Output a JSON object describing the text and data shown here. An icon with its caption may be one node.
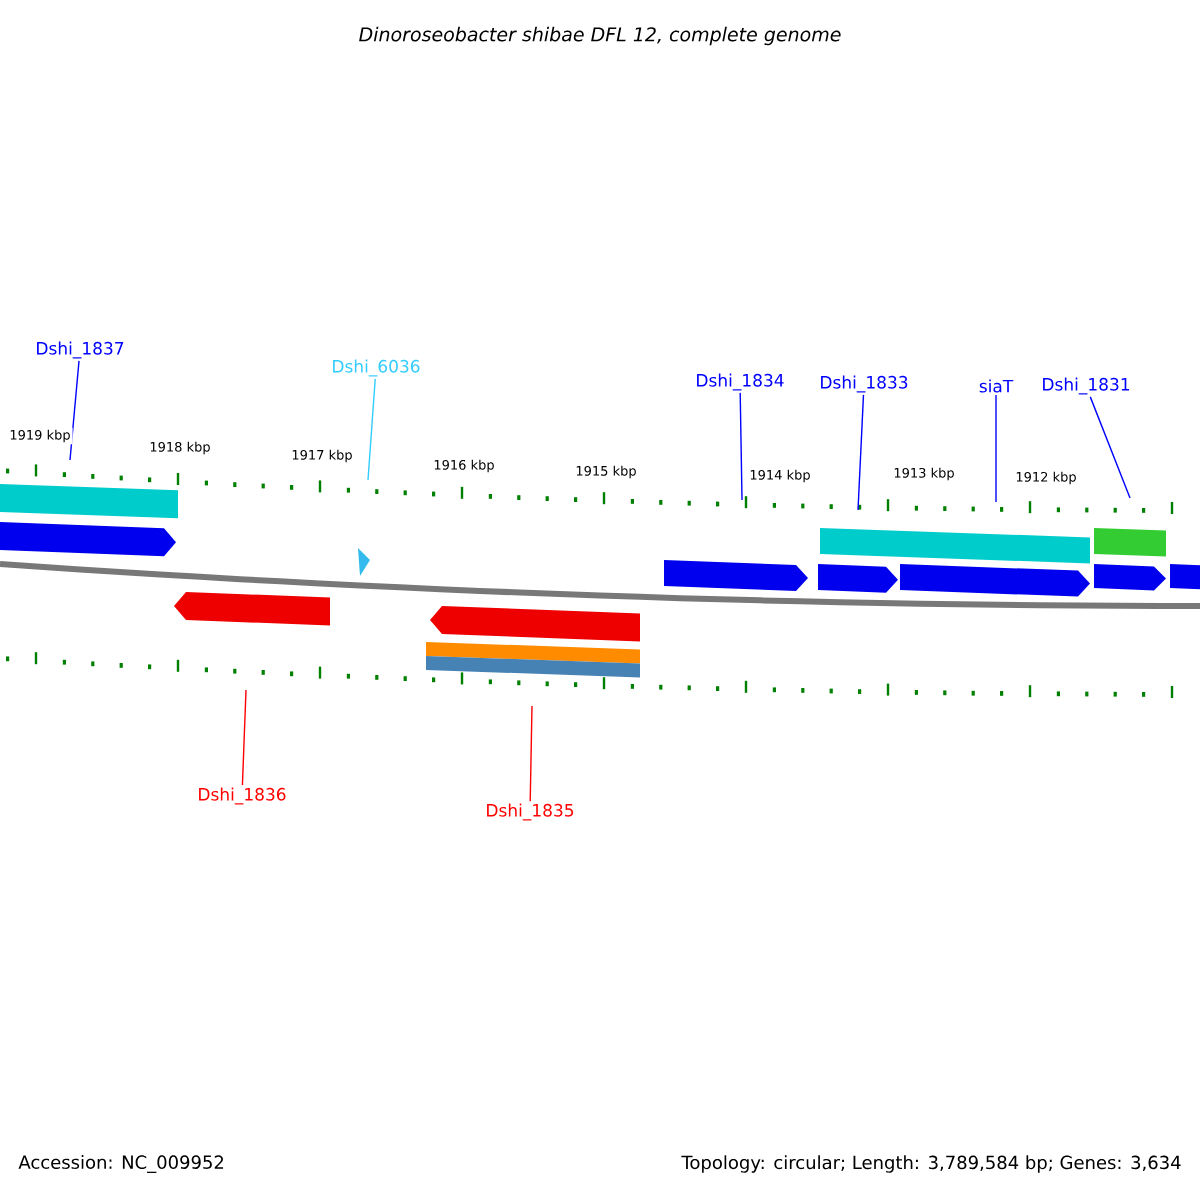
{
  "diagram": {
    "title": "Dinoroseobacter shibae DFL 12, complete genome",
    "nodes": [
      {
        "text": [
          "Dshi_1837"
        ]
      },
      {
        "text": [
          "Dshi_6036"
        ]
      },
      {
        "text": [
          "Dshi_1834"
        ]
      },
      {
        "text": [
          "Dshi_1833"
        ]
      },
      {
        "text": [
          "siaT"
        ]
      },
      {
        "text": [
          "Dshi_1831"
        ]
      },
      {
        "text": [
          "Dshi_1836"
        ]
      },
      {
        "text": [
          "Dshi_1835"
        ]
      }
    ],
    "edges": [
      {
        "from": 0,
        "to": null,
        "arrow": "none"
      },
      {
        "from": 1,
        "to": null,
        "arrow": "none",
        "color": "#33ccff"
      },
      {
        "from": 2,
        "to": null,
        "arrow": "none"
      },
      {
        "from": 3,
        "to": null,
        "arrow": "none"
      },
      {
        "from": 4,
        "to": null,
        "arrow": "none"
      },
      {
        "from": 5,
        "to": null,
        "arrow": "none"
      },
      {
        "from": 6,
        "to": null,
        "arrow": "none",
        "color": "#ff0000"
      },
      {
        "from": 7,
        "to": null,
        "arrow": "none",
        "color": "#ff0000"
      }
    ],
    "labels": [
      "1919 kbp",
      "1918 kbp",
      "1917 kbp",
      "1916 kbp",
      "1915 kbp",
      "1914 kbp",
      "1913 kbp",
      "1912 kbp",
      "Accession: NC_009952",
      "Topology: circular; Length: 3,789,584 bp; Genes: 3,634"
    ]
  }
}
